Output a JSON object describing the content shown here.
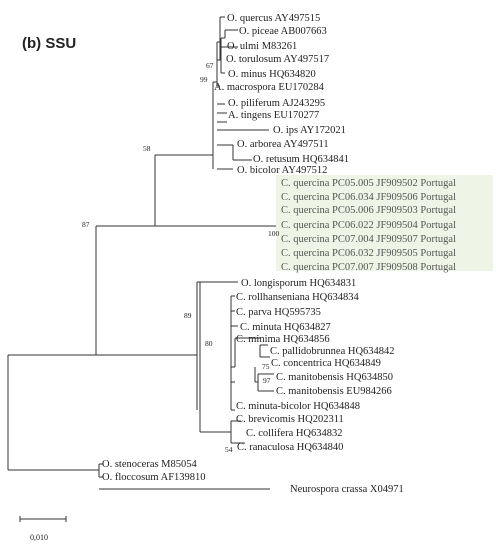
{
  "figure": {
    "panel_title": "(b) SSU",
    "scale_label": "0,010",
    "highlight_color": "#eef5e6",
    "branch_color": "#333333",
    "highlight_text_color": "#555555"
  },
  "taxa": {
    "o_quercus": "O. quercus AY497515",
    "o_piceae": "O. piceae AB007663",
    "o_ulmi": "O. ulmi M83261",
    "o_torulosum": "O. torulosum AY497517",
    "o_minus": "O. minus HQ634820",
    "a_macrospora": "A. macrospora EU170284",
    "o_piliferum": "O. piliferum AJ243295",
    "a_tingens": "A. tingens EU170277",
    "o_ips": "O. ips AY172021",
    "o_arborea": "O. arborea AY497511",
    "o_retusum": "O. retusum HQ634841",
    "o_bicolor": "O. bicolor AY497512",
    "cq_1": "C. quercina PC05.005 JF909502 Portugal",
    "cq_2": "C. quercina PC06.034 JF909506 Portugal",
    "cq_3": "C. quercina PC05.006 JF909503 Portugal",
    "cq_4": "C. quercina PC06.022 JF909504 Portugal",
    "cq_5": "C. quercina PC07.004 JF909507 Portugal",
    "cq_6": "C. quercina PC06.032 JF909505 Portugal",
    "cq_7": "C. quercina PC07.007 JF909508 Portugal",
    "o_longisporum": "O. longisporum HQ634831",
    "c_rollhanseniana": "C. rollhanseniana HQ634834",
    "c_parva": "C. parva HQ595735",
    "c_minuta": "C. minuta HQ634827",
    "c_minima": "C. minima HQ634856",
    "c_pallidobrunnea": "C. pallidobrunnea HQ634842",
    "c_concentrica": "C. concentrica HQ634849",
    "c_manitobensis_1": "C. manitobensis HQ634850",
    "c_manitobensis_2": "C. manitobensis EU984266",
    "c_minuta_bicolor": "C. minuta-bicolor HQ634848",
    "c_brevicomis": "C. brevicomis HQ202311",
    "c_collifera": "C. collifera HQ634832",
    "c_ranaculosa": "C. ranaculosa HQ634840",
    "o_stenoceras": "O. stenoceras M85054",
    "o_floccosum": "O. floccosum AF139810",
    "neurospora": "Neurospora crassa X04971"
  },
  "bootstrap": {
    "b67": "67",
    "b99": "99",
    "b58": "58",
    "b87": "87",
    "b100": "100",
    "b89": "89",
    "b80": "80",
    "b75": "75",
    "b97": "97",
    "b54": "54"
  }
}
